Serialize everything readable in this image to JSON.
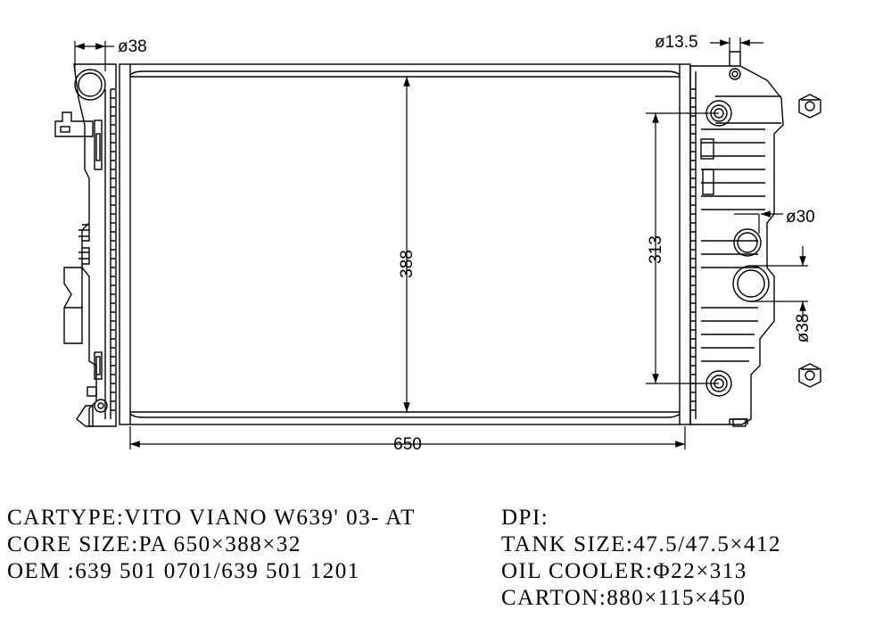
{
  "dimensions": {
    "inlet_pipe_dia": "ø38",
    "drain_dia": "ø13.5",
    "core_height": "388",
    "oil_cooler_length": "313",
    "oil_pipe_dia": "ø30",
    "outlet_pipe_dia": "ø38",
    "core_width": "650"
  },
  "specs": {
    "left": [
      "CARTYPE:VITO VIANO W639' 03- AT",
      "CORE SIZE:PA 650×388×32",
      "OEM :639 501 0701/639 501 1201"
    ],
    "right": [
      "DPI:",
      "TANK SIZE:47.5/47.5×412",
      "OIL COOLER:Φ22×313",
      "CARTON:880×115×450"
    ]
  }
}
